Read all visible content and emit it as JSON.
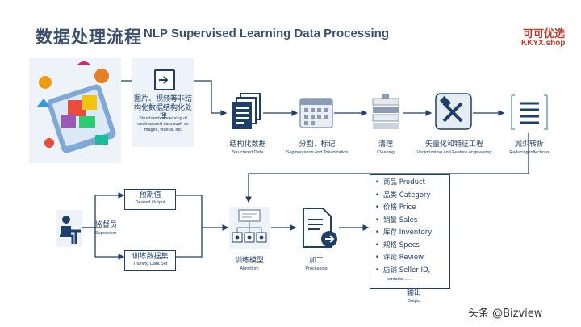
{
  "title": {
    "zh": "数据处理流程",
    "en": "NLP Supervised Learning Data Processing"
  },
  "brand": {
    "zh": "可可优选",
    "en": "KKYX.shop"
  },
  "steps": {
    "unstructured": {
      "zh": "图片、视频等非结构化数据结构化处理",
      "en": "Structured processing of unstructured data such as images, videos, etc."
    },
    "structured": {
      "zh": "结构化数据",
      "en": "Structured Data"
    },
    "segmentation": {
      "zh": "分割、标记",
      "en": "Segmentation and Tokenization"
    },
    "cleaning": {
      "zh": "清理",
      "en": "Cleaning"
    },
    "vectorization": {
      "zh": "矢量化和特征工程",
      "en": "Vectorization and Feature engineering"
    },
    "reducing": {
      "zh": "减少转折",
      "en": "Reducing inflections"
    },
    "desired": {
      "zh": "预期值",
      "en": "Desired Output"
    },
    "supervisor": {
      "zh": "监督员",
      "en": "Supervisor"
    },
    "training_set": {
      "zh": "训练数据集",
      "en": "Training Data Set"
    },
    "algorithm": {
      "zh": "训练模型",
      "en": "Algorithm"
    },
    "processing": {
      "zh": "加工",
      "en": "Processing"
    },
    "output": {
      "zh": "输出",
      "en": "Output"
    }
  },
  "output_items": [
    "商品 Product",
    "品类 Category",
    "价格 Price",
    "销量 Sales",
    "库存 Inventory",
    "规格 Specs",
    "评论 Review",
    "店铺 Seller ID,"
  ],
  "output_tail": "contacts ......",
  "watermark": "头条 @Bizview",
  "colors": {
    "primary": "#1e3f6a",
    "accent": "#c0392b",
    "light": "#8fb3d9"
  }
}
